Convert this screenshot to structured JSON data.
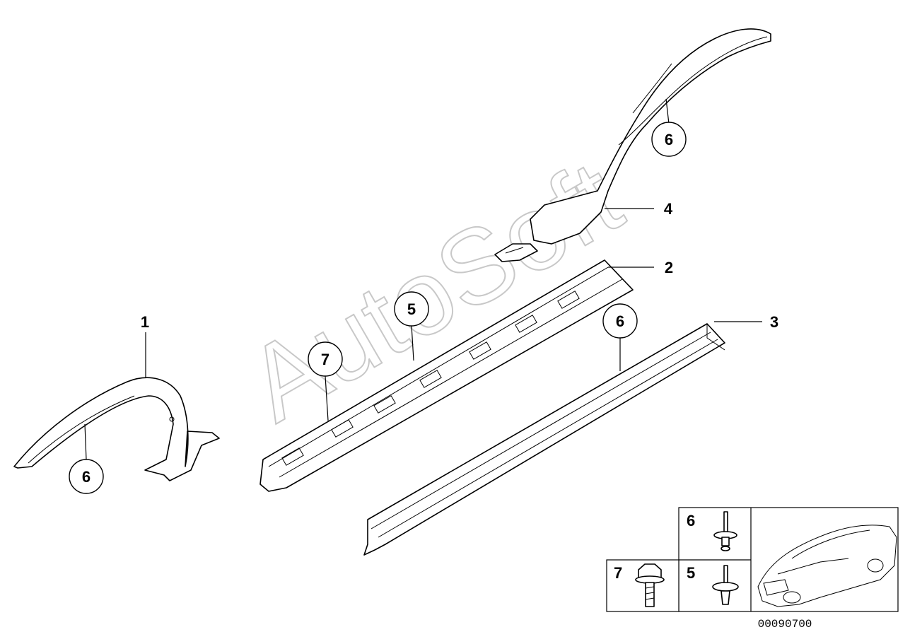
{
  "diagram": {
    "callouts": {
      "c1": "1",
      "c2": "2",
      "c3": "3",
      "c4": "4",
      "c5": "5",
      "c6_top": "6",
      "c6_mid": "6",
      "c6_left": "6",
      "c7": "7"
    },
    "inset": {
      "row1_label": "6",
      "row2_left_label": "7",
      "row2_right_label": "5"
    },
    "watermark": "AutoSoft",
    "document_number": "00090700"
  }
}
